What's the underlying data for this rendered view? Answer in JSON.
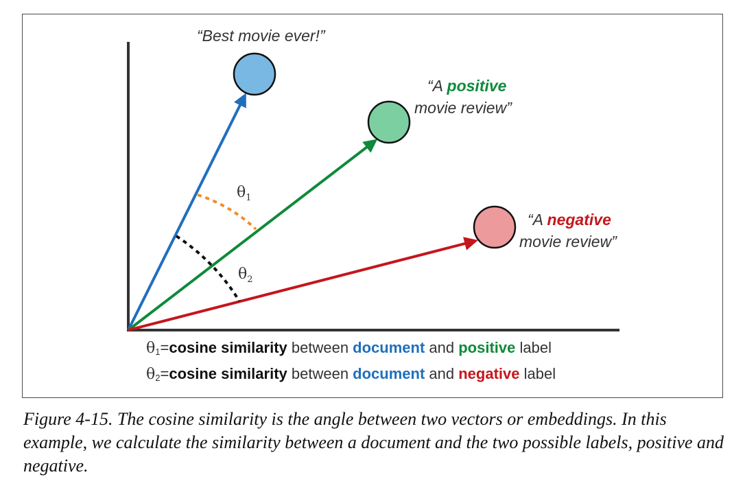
{
  "colors": {
    "blue": "#1f6fbd",
    "green": "#0e8a3a",
    "red": "#c4161c",
    "orange": "#f28c28",
    "black": "#111111",
    "blue_fill": "#7ab8e4",
    "green_fill": "#7ccfa0",
    "red_fill": "#ed9a9c",
    "axis": "#333333"
  },
  "labels": {
    "document": "“Best movie ever!”",
    "positive": {
      "prefix": "“A ",
      "keyword": "positive",
      "line2": "movie review”"
    },
    "negative": {
      "prefix": "“A ",
      "keyword": "negative",
      "line2": "movie review”"
    }
  },
  "angles": {
    "theta1": {
      "symbol": "θ",
      "sub": "1"
    },
    "theta2": {
      "symbol": "θ",
      "sub": "2"
    }
  },
  "legend": [
    {
      "symbol": "θ",
      "sub": "1",
      "eq": "=",
      "term": "cosine similarity",
      "mid1": " between ",
      "doc": "document",
      "mid2": " and ",
      "label": "positive",
      "end": " label"
    },
    {
      "symbol": "θ",
      "sub": "2",
      "eq": "=",
      "term": "cosine similarity",
      "mid1": " between ",
      "doc": "document",
      "mid2": " and ",
      "label": "negative",
      "end": " label"
    }
  ],
  "caption": {
    "figure_label": "Figure 4-15.",
    "text": " The cosine similarity is the angle between two vectors or embeddings. In this example, we calculate the similarity between a document and the two possible labels, positive and negative."
  }
}
